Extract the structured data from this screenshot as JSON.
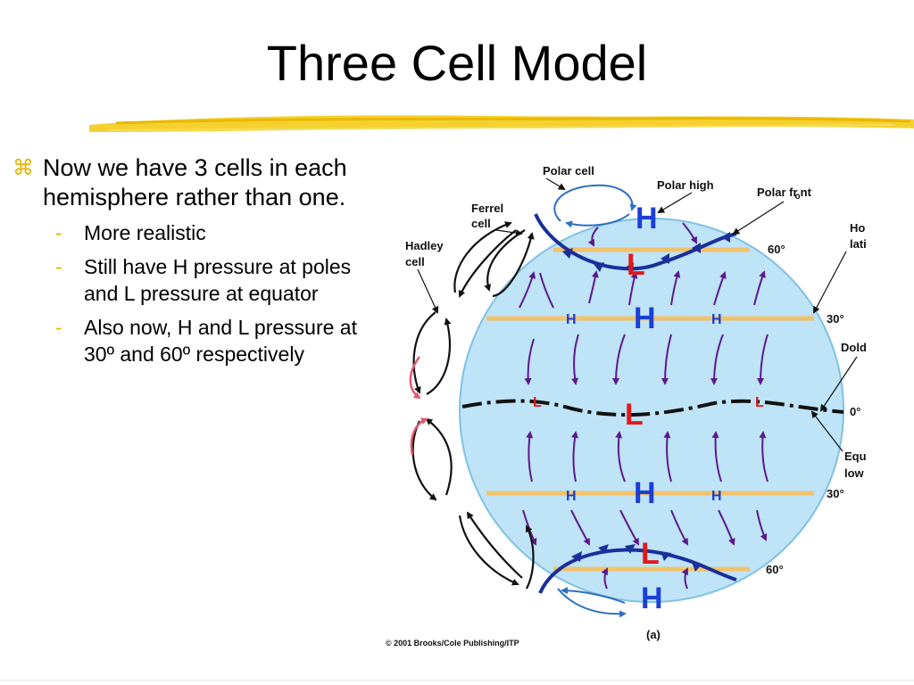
{
  "slide": {
    "title": "Three Cell Model"
  },
  "bullets": {
    "main_glyph": "⌘",
    "main": "Now we have 3 cells in each hemisphere rather than one.",
    "sub_dash": "-",
    "subs": [
      "More realistic",
      "Still have H pressure at poles and L pressure at equator",
      "Also now, H and L pressure at 30º and 60º respectively"
    ]
  },
  "diagram": {
    "labels": {
      "polar_cell": "Polar cell",
      "polar_high": "Polar high",
      "polar_front": "Polar fr",
      "polar_front_b": "o",
      "polar_front_c": "nt",
      "ferrel_1": "Ferrel",
      "ferrel_2": "cell",
      "hadley_1": "Hadley",
      "hadley_2": "cell",
      "horse_1": "Ho",
      "horse_2": "lati",
      "dold": "Dold",
      "equ_1": "Equ",
      "equ_2": "low",
      "deg60": "60°",
      "deg30": "30°",
      "deg0": "0°",
      "H": "H",
      "L": "L",
      "copyright": "© 2001 Brooks/Cole Publishing/ITP",
      "panel": "(a)"
    },
    "colors": {
      "globe": "#bfe3f7",
      "globe_edge": "#7fc1e6",
      "latitude": "#f2c26b",
      "high": "#1a3fd6",
      "low": "#e01919",
      "front": "#1b2f9a",
      "wind": "#5a1a8c",
      "warm_arrow": "#e05a72",
      "cell_arrow": "#111111",
      "polar_arrow": "#2d6fc0"
    }
  }
}
